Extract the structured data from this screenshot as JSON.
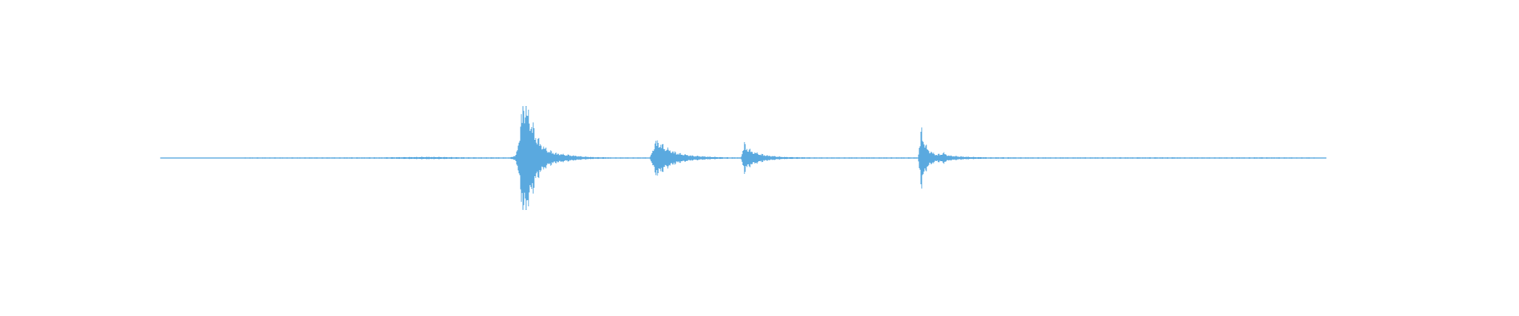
{
  "waveform": {
    "wave_color": "#5aa9df",
    "background_color": "#ffffff",
    "samples": [
      {
        "t": 0.0,
        "amp": 0.006
      },
      {
        "t": 0.01,
        "amp": 0.0
      },
      {
        "t": 0.02,
        "amp": 0.005
      },
      {
        "t": 0.03,
        "amp": 0.006
      },
      {
        "t": 0.04,
        "amp": 0.004
      },
      {
        "t": 0.05,
        "amp": 0.0
      },
      {
        "t": 0.06,
        "amp": 0.006
      },
      {
        "t": 0.07,
        "amp": 0.008
      },
      {
        "t": 0.08,
        "amp": 0.01
      },
      {
        "t": 0.1,
        "amp": 0.009
      },
      {
        "t": 0.14,
        "amp": 0.01
      },
      {
        "t": 0.19,
        "amp": 0.011
      },
      {
        "t": 0.23,
        "amp": 0.02
      },
      {
        "t": 0.26,
        "amp": 0.012
      },
      {
        "t": 0.3,
        "amp": 0.01
      },
      {
        "t": 0.305,
        "amp": 0.05
      },
      {
        "t": 0.309,
        "amp": 0.56
      },
      {
        "t": 0.311,
        "amp": 1.0
      },
      {
        "t": 0.313,
        "amp": 0.92
      },
      {
        "t": 0.315,
        "amp": 0.82
      },
      {
        "t": 0.318,
        "amp": 0.65
      },
      {
        "t": 0.322,
        "amp": 0.42
      },
      {
        "t": 0.326,
        "amp": 0.25
      },
      {
        "t": 0.332,
        "amp": 0.14
      },
      {
        "t": 0.34,
        "amp": 0.08
      },
      {
        "t": 0.35,
        "amp": 0.055
      },
      {
        "t": 0.36,
        "amp": 0.03
      },
      {
        "t": 0.372,
        "amp": 0.015
      },
      {
        "t": 0.39,
        "amp": 0.01
      },
      {
        "t": 0.42,
        "amp": 0.01
      },
      {
        "t": 0.425,
        "amp": 0.3
      },
      {
        "t": 0.428,
        "amp": 0.28
      },
      {
        "t": 0.432,
        "amp": 0.2
      },
      {
        "t": 0.438,
        "amp": 0.13
      },
      {
        "t": 0.445,
        "amp": 0.08
      },
      {
        "t": 0.455,
        "amp": 0.045
      },
      {
        "t": 0.468,
        "amp": 0.025
      },
      {
        "t": 0.485,
        "amp": 0.012
      },
      {
        "t": 0.498,
        "amp": 0.01
      },
      {
        "t": 0.501,
        "amp": 0.25
      },
      {
        "t": 0.504,
        "amp": 0.17
      },
      {
        "t": 0.508,
        "amp": 0.11
      },
      {
        "t": 0.514,
        "amp": 0.075
      },
      {
        "t": 0.522,
        "amp": 0.04
      },
      {
        "t": 0.535,
        "amp": 0.018
      },
      {
        "t": 0.56,
        "amp": 0.01
      },
      {
        "t": 0.6,
        "amp": 0.01
      },
      {
        "t": 0.65,
        "amp": 0.011
      },
      {
        "t": 0.653,
        "amp": 0.52
      },
      {
        "t": 0.656,
        "amp": 0.24
      },
      {
        "t": 0.66,
        "amp": 0.12
      },
      {
        "t": 0.666,
        "amp": 0.06
      },
      {
        "t": 0.672,
        "amp": 0.09
      },
      {
        "t": 0.676,
        "amp": 0.045
      },
      {
        "t": 0.69,
        "amp": 0.022
      },
      {
        "t": 0.71,
        "amp": 0.012
      },
      {
        "t": 0.76,
        "amp": 0.01
      },
      {
        "t": 0.85,
        "amp": 0.011
      },
      {
        "t": 0.9,
        "amp": 0.01
      },
      {
        "t": 0.95,
        "amp": 0.011
      },
      {
        "t": 1.0,
        "amp": 0.008
      }
    ]
  }
}
